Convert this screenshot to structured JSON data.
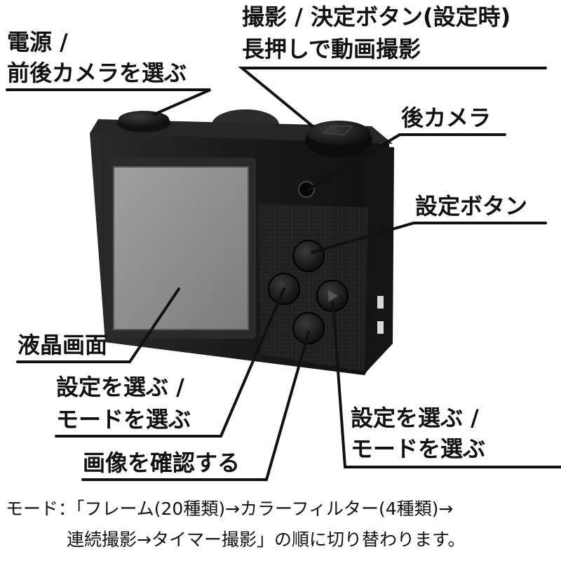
{
  "labels": {
    "power_l1": "電源 /",
    "power_l2": "前後カメラを選ぶ",
    "shutter_l1": "撮影 / 決定ボタン(設定時)",
    "shutter_l2": "長押しで動画撮影",
    "rear_camera": "後カメラ",
    "settings_button": "設定ボタン",
    "lcd": "液晶画面",
    "left_select_l1": "設定を選ぶ /",
    "left_select_l2": "モードを選ぶ",
    "review": "画像を確認する",
    "right_select_l1": "設定を選ぶ /",
    "right_select_l2": "モードを選ぶ"
  },
  "footnote": {
    "line1": "モード：「フレーム(20種類)→カラーフィルター(4種類)→",
    "line2": "連続撮影→タイマー撮影」の順に切り替わります。"
  },
  "colors": {
    "body": "#1c1c1c",
    "screen": "#8a8a8a",
    "line": "#111111"
  }
}
